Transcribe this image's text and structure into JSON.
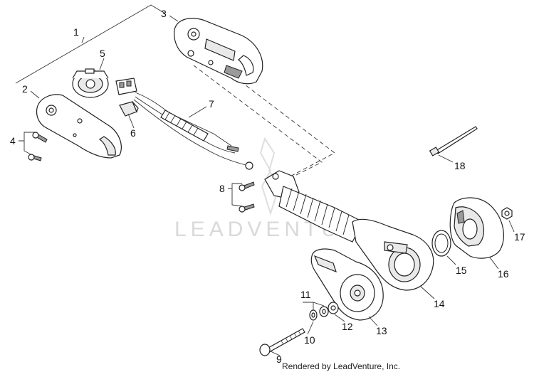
{
  "callouts": [
    {
      "id": "1",
      "label": "1"
    },
    {
      "id": "2",
      "label": "2"
    },
    {
      "id": "3",
      "label": "3"
    },
    {
      "id": "4",
      "label": "4"
    },
    {
      "id": "5",
      "label": "5"
    },
    {
      "id": "6",
      "label": "6"
    },
    {
      "id": "7",
      "label": "7"
    },
    {
      "id": "8",
      "label": "8"
    },
    {
      "id": "9",
      "label": "9"
    },
    {
      "id": "10",
      "label": "10"
    },
    {
      "id": "11",
      "label": "11"
    },
    {
      "id": "12",
      "label": "12"
    },
    {
      "id": "13",
      "label": "13"
    },
    {
      "id": "14",
      "label": "14"
    },
    {
      "id": "15",
      "label": "15"
    },
    {
      "id": "16",
      "label": "16"
    },
    {
      "id": "17",
      "label": "17"
    },
    {
      "id": "18",
      "label": "18"
    }
  ],
  "watermark": "LEADVENTURE",
  "credit": "Rendered by LeadVenture, Inc.",
  "colors": {
    "line": "#222222",
    "watermark": "#d9d9d9",
    "background": "#ffffff"
  }
}
